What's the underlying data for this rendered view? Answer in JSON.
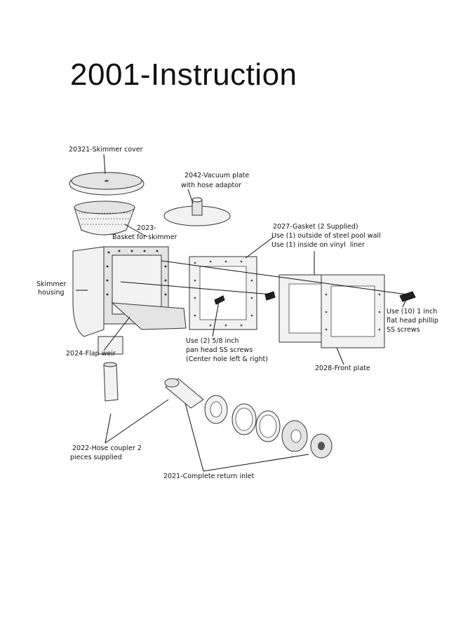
{
  "title": "2001-Instruction",
  "labels": {
    "skimmer_cover": "20321-Skimmer cover",
    "vacuum_plate_1": "2042-Vacuum plate",
    "vacuum_plate_2": "with hose adaptor",
    "basket_1": "2023-",
    "basket_2": "Basket for skimmer",
    "gasket_1": "2027-Gasket (2 Supplied)",
    "gasket_2": "Use (1) outside of steel pool wall",
    "gasket_3": "Use (1) inside on vinyl  liner",
    "skimmer_housing_1": "Skimmer",
    "skimmer_housing_2": "housing",
    "flap_weir": "2024-Flap weir",
    "pan_screws_1": "Use (2) 5/8 inch",
    "pan_screws_2": "pan head SS screws",
    "pan_screws_3": "(Center hole left & right)",
    "flat_screws_1": "Use (10) 1 inch",
    "flat_screws_2": "flat head phillip",
    "flat_screws_3": "SS screws",
    "front_plate": "2028-Front plate",
    "hose_coupler_1": "2022-Hose coupler 2",
    "hose_coupler_2": "pieces supplied",
    "return_inlet": "2021-Complete return inlet"
  }
}
